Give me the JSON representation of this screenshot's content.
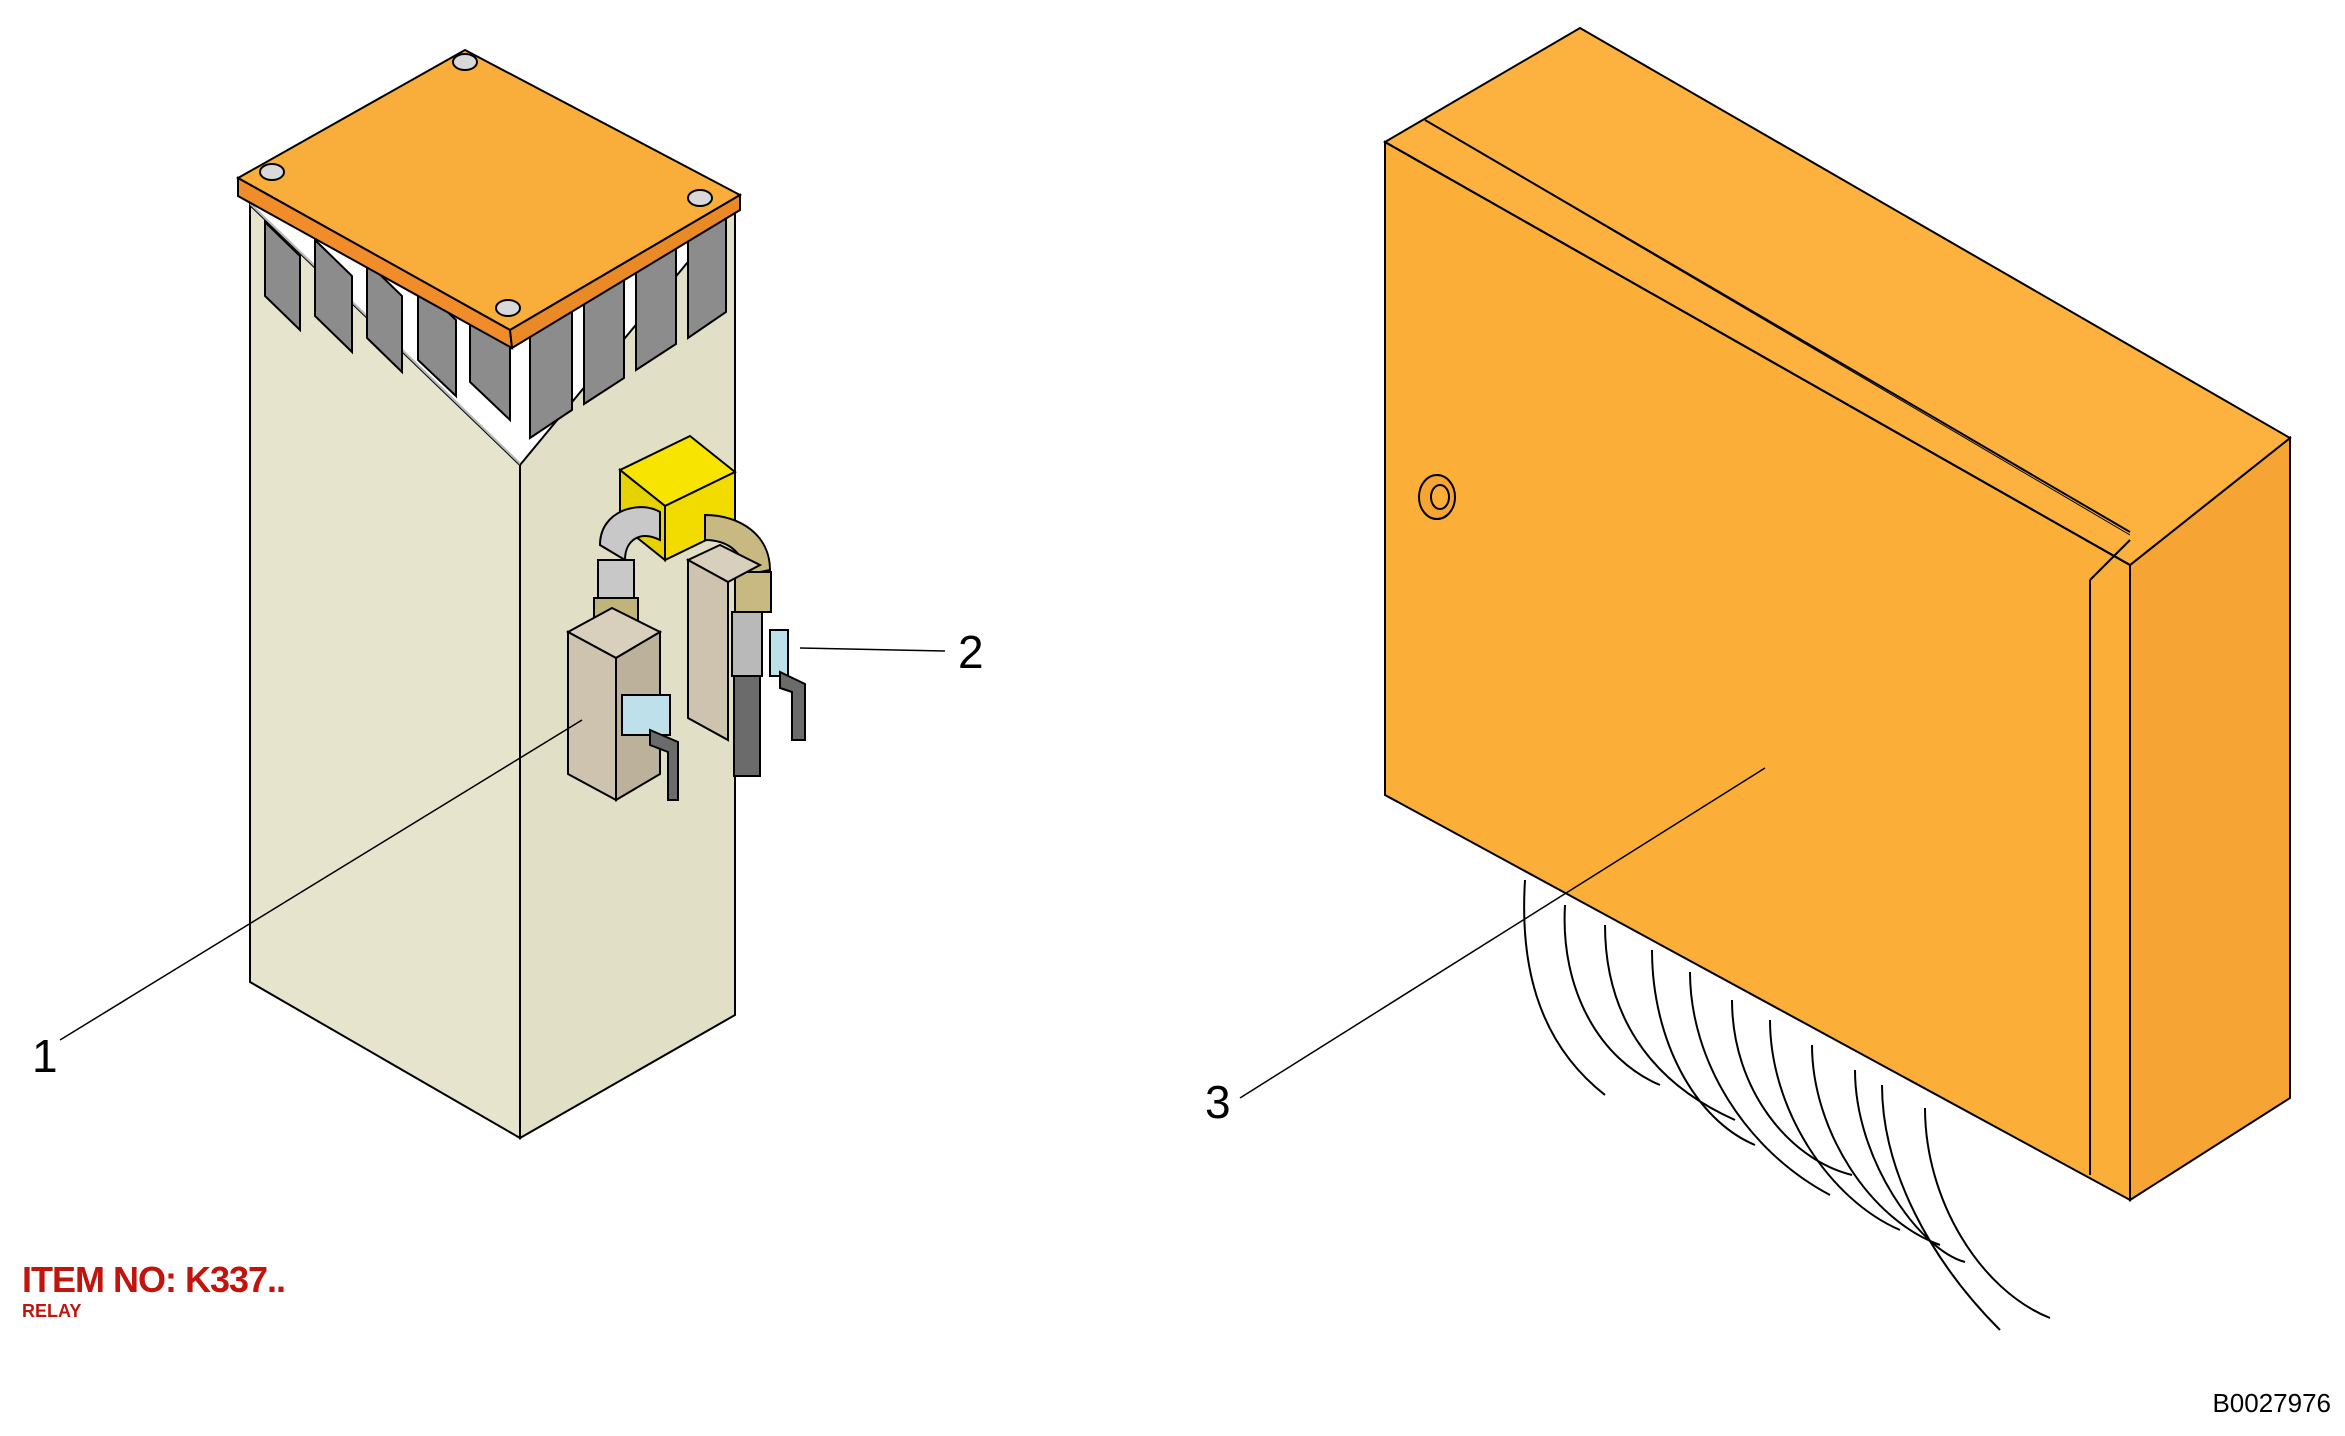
{
  "colors": {
    "housing_light": "#e6e4cc",
    "housing_shade": "#e1dfc5",
    "lid_orange": "#f9ad3a",
    "box_front": "#fcaf38",
    "box_side": "#f6a534",
    "box_top": "#fdb240",
    "valve_yellow": "#f7e400",
    "valve_block": "#cdc3ae",
    "item_label": "#c0140c"
  },
  "callouts": {
    "item1": "1",
    "item2": "2",
    "item3": "3"
  },
  "item": {
    "number": "ITEM NO: K337..",
    "description": "RELAY"
  },
  "drawing_id": "B0027976",
  "icons": {
    "hydraulic_valve": "valve-assembly-icon",
    "control_box": "relay-box-icon"
  }
}
